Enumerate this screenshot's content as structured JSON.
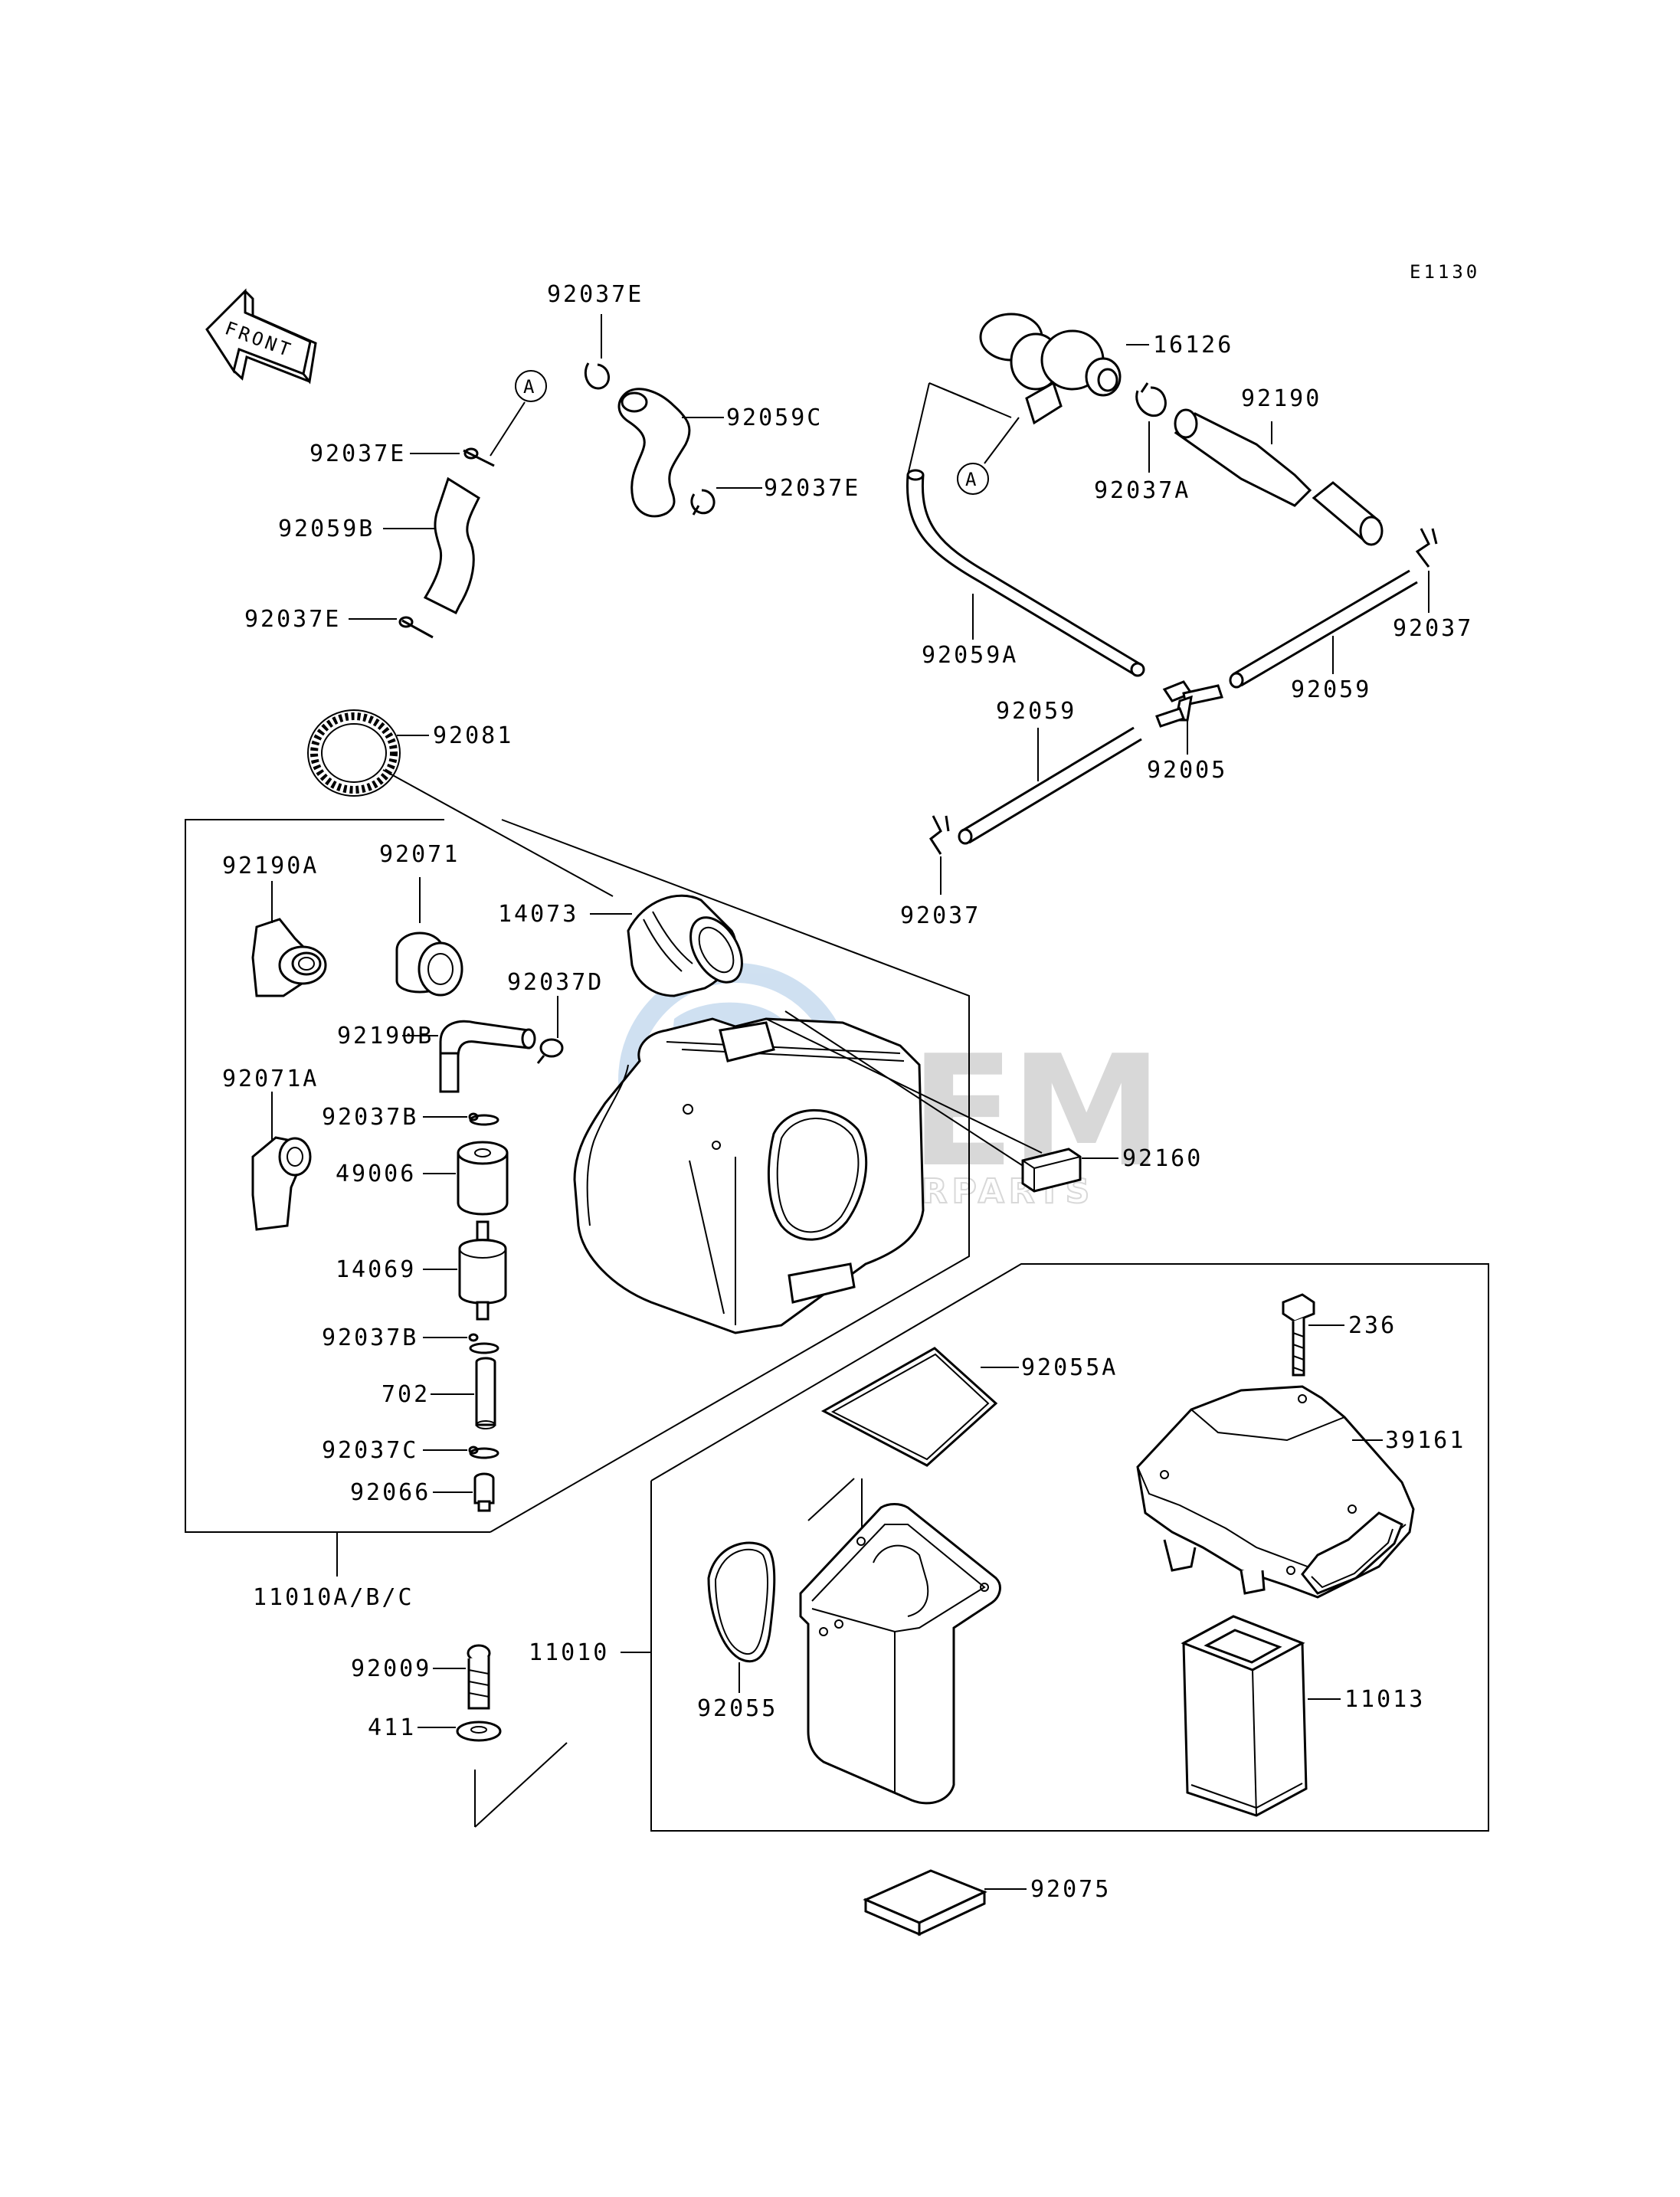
{
  "diagram_code": "E1130",
  "front_label": "FRONT",
  "callout_ref": "A",
  "watermark": {
    "brand": "GEM",
    "sub": "MOTORPARTS",
    "color": "#a9c8e6"
  },
  "labels": {
    "p92037E_top": "92037E",
    "p92037E_left1": "92037E",
    "p92037E_right": "92037E",
    "p92037E_left2": "92037E",
    "p92059C": "92059C",
    "p92059B": "92059B",
    "p16126": "16126",
    "p92190": "92190",
    "p92037A": "92037A",
    "p92059A": "92059A",
    "p92037_right": "92037",
    "p92059_right": "92059",
    "p92059_center": "92059",
    "p92005": "92005",
    "p92037_center": "92037",
    "p92081": "92081",
    "p92190A": "92190A",
    "p92071": "92071",
    "p14073": "14073",
    "p92037D": "92037D",
    "p92190B": "92190B",
    "p92071A": "92071A",
    "p92037B_1": "92037B",
    "p49006": "49006",
    "p14069": "14069",
    "p92037B_2": "92037B",
    "p702": "702",
    "p92037C": "92037C",
    "p92066": "92066",
    "p11010ABC": "11010A/B/C",
    "p92160": "92160",
    "p236": "236",
    "p92055A": "92055A",
    "p39161": "39161",
    "p92009": "92009",
    "p11010": "11010",
    "p411": "411",
    "p92055": "92055",
    "p11013": "11013",
    "p92075": "92075"
  }
}
